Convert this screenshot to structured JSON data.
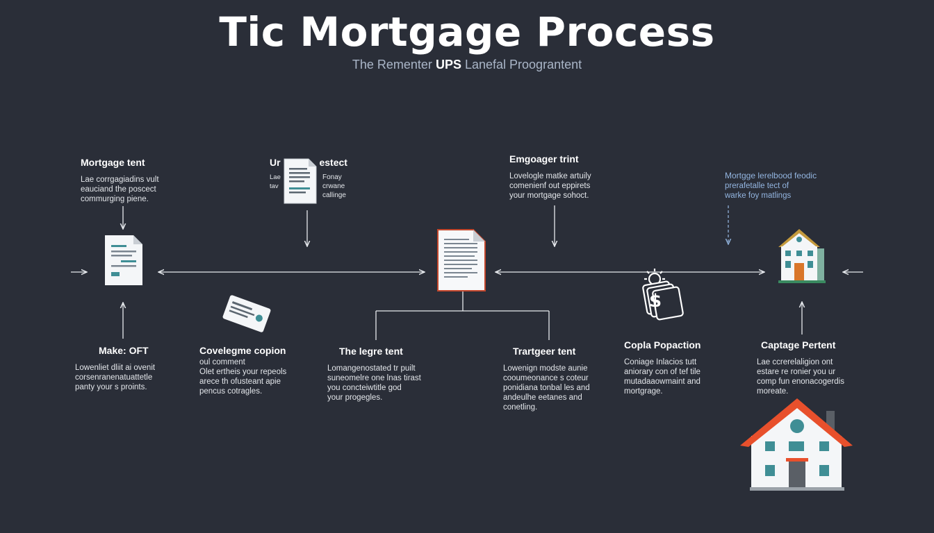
{
  "title": "Tic Mortgage Process",
  "subtitle": {
    "pre": "The Rementer",
    "bold": "UPS",
    "post": "Lanefal Proograntent"
  },
  "steps": {
    "mortgage_tent": {
      "heading": "Mortgage tent",
      "body": "Lae corrgagiadins vult\neauciand the poscect\ncommurging piene."
    },
    "ur_estect": {
      "heading_left": "Ur",
      "heading_right": "estect",
      "body_left": "Lae\ntav",
      "body_right": "Fonay\ncrwane\ncallinge"
    },
    "engager_trint": {
      "heading": "Emgoager trint",
      "body": "Lovelogle matke artuily\ncomenienf out eppirets\nyour mortgage sohoct."
    },
    "mortgage_lerelbood": {
      "heading": "Mortgge lerelbood feodic",
      "body": "prerafetalle tect of\nwarke foy matlings"
    },
    "make_oft": {
      "heading": "Make: OFT",
      "body": "Lowenliet dliit ai ovenit\ncorsenranenatuattetle\npanty your s proints."
    },
    "covelegme_copion": {
      "heading": "Covelegme copion",
      "body": "oul comment\nOlet ertheis your repeols\narece th ofusteant apie\npencus cotragles."
    },
    "the_legre_tent": {
      "heading": "The legre tent",
      "body": "Lomangenostated tr puilt\nsuneomelre one lnas tirast\nyou concteiwtitle god\nyour progegles."
    },
    "trartgeer_tent": {
      "heading": "Trartgeer tent",
      "body": "Lowenign modste aunie\ncooumeonance s coteur\nponidiana tonbal les and\nandeulhe eetanes and\nconetling."
    },
    "copla_popaction": {
      "heading": "Copla Popaction",
      "body": "Coniage Inlacios tutt\naniorary con of tef tile\nmutadaaowmaint and\nmortgrage."
    },
    "captage_pertent": {
      "heading": "Captage Pertent",
      "body": "Lae ccrerelaligion ont\nestare re ronier you ur\ncomp fun enonacogerdis\nmoreate."
    }
  },
  "icons": [
    "document-icon",
    "card-icon",
    "document-icon",
    "central-document-icon",
    "money-gear-icon",
    "house-icon",
    "large-house-icon"
  ],
  "colors": {
    "background": "#2a2e38",
    "house_roof": "#e8502c",
    "house_window": "#3f8e95",
    "house_door": "#5a5f66",
    "small_house_roof": "#c49a3c",
    "small_house_door": "#d9762a",
    "blue_text": "#93b5e0",
    "doc_border_center": "#c4472c"
  }
}
